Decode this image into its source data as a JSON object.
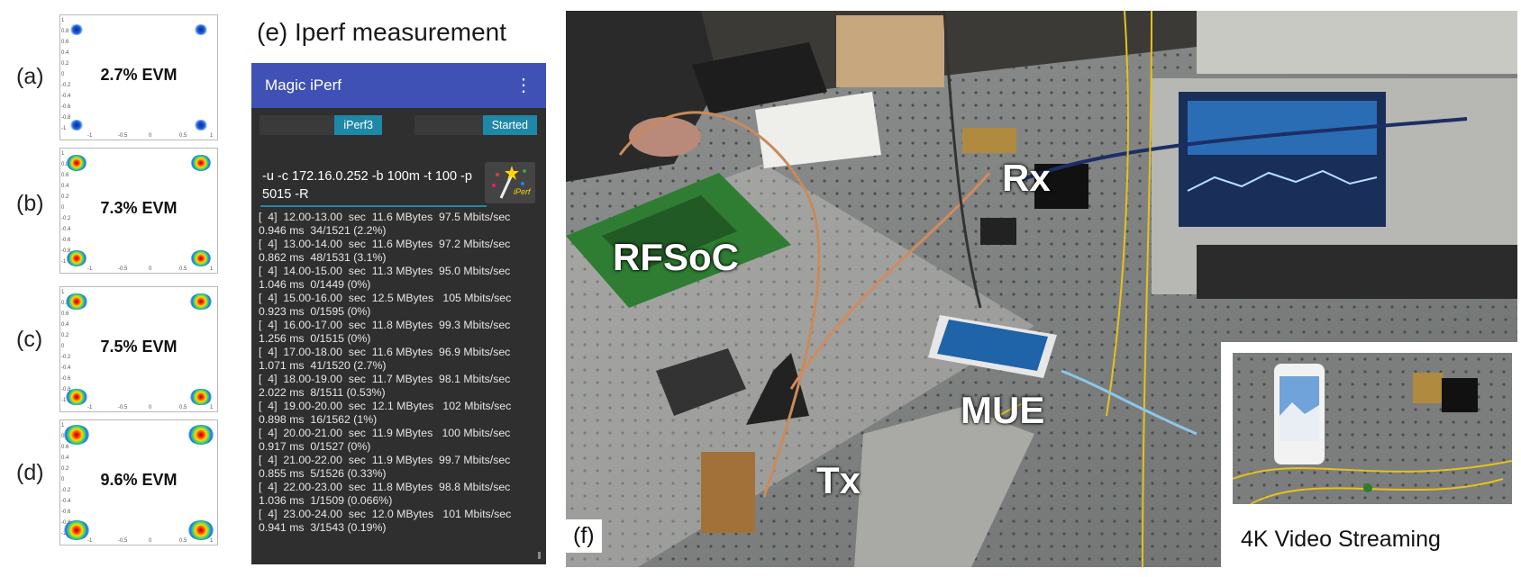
{
  "constellations": [
    {
      "panel": "(a)",
      "evm": "2.7% EVM",
      "spread": 0.25
    },
    {
      "panel": "(b)",
      "evm": "7.3% EVM",
      "spread": 0.7
    },
    {
      "panel": "(c)",
      "evm": "7.5% EVM",
      "spread": 0.75
    },
    {
      "panel": "(d)",
      "evm": "9.6% EVM",
      "spread": 0.95
    }
  ],
  "plot_axes": {
    "y_ticks": [
      "1",
      "0.8",
      "0.6",
      "0.4",
      "0.2",
      "0",
      "-0.2",
      "-0.4",
      "-0.6",
      "-0.8",
      "-1"
    ],
    "x_ticks": [
      "-1",
      "-0.5",
      "0",
      "0.5",
      "1"
    ]
  },
  "iperf": {
    "section_title": "(e) Iperf measurement",
    "app_name": "Magic iPerf",
    "menu_icon": "more-vert-icon",
    "mode_value": "iPerf3",
    "status_value": "Started",
    "command": "-u -c 172.16.0.252 -b 100m -t 100 -p 5015 -R",
    "logo_text": "iPerf",
    "log_lines": [
      "[  4]  12.00-13.00  sec  11.6 MBytes  97.5 Mbits/sec",
      "0.946 ms  34/1521 (2.2%)",
      "[  4]  13.00-14.00  sec  11.6 MBytes  97.2 Mbits/sec",
      "0.862 ms  48/1531 (3.1%)",
      "[  4]  14.00-15.00  sec  11.3 MBytes  95.0 Mbits/sec",
      "1.046 ms  0/1449 (0%)",
      "[  4]  15.00-16.00  sec  12.5 MBytes   105 Mbits/sec",
      "0.923 ms  0/1595 (0%)",
      "[  4]  16.00-17.00  sec  11.8 MBytes  99.3 Mbits/sec",
      "1.256 ms  0/1515 (0%)",
      "[  4]  17.00-18.00  sec  11.6 MBytes  96.9 Mbits/sec",
      "1.071 ms  41/1520 (2.7%)",
      "[  4]  18.00-19.00  sec  11.7 MBytes  98.1 Mbits/sec",
      "2.022 ms  8/1511 (0.53%)",
      "[  4]  19.00-20.00  sec  12.1 MBytes   102 Mbits/sec",
      "0.898 ms  16/1562 (1%)",
      "[  4]  20.00-21.00  sec  11.9 MBytes   100 Mbits/sec",
      "0.917 ms  0/1527 (0%)",
      "[  4]  21.00-22.00  sec  11.9 MBytes  99.7 Mbits/sec",
      "0.855 ms  5/1526 (0.33%)",
      "[  4]  22.00-23.00  sec  11.8 MBytes  98.8 Mbits/sec",
      "1.036 ms  1/1509 (0.066%)",
      "[  4]  23.00-24.00  sec  12.0 MBytes   101 Mbits/sec",
      "0.941 ms  3/1543 (0.19%)"
    ]
  },
  "photo": {
    "labels": {
      "rfsoc": "RFSoC",
      "rx": "Rx",
      "tx": "Tx",
      "mue": "MUE"
    },
    "panel_label": "(f)",
    "inset_caption": "4K Video Streaming"
  },
  "colors": {
    "app_bar": "#3f51b5",
    "accent": "#1e88a8",
    "app_bg": "#2f2f2f"
  }
}
